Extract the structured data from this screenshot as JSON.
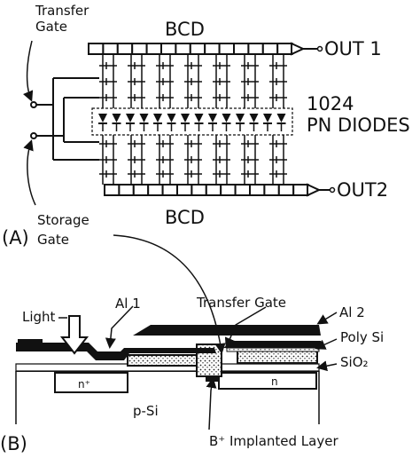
{
  "panel_a": {
    "panel_label": "(A)",
    "transfer_gate_label": "Transfer\nGate",
    "storage_gate_label": "Storage\nGate",
    "bcd_top_label": "BCD",
    "bcd_bottom_label": "BCD",
    "out1_label": "OUT 1",
    "out2_label": "OUT2",
    "diodes_label": "1024\nPN DIODES"
  },
  "panel_b": {
    "panel_label": "(B)",
    "light_label": "Light",
    "al1_label": "Al 1",
    "al2_label": "Al 2",
    "transfer_gate_label": "Transfer Gate",
    "poly_si_label": "Poly Si",
    "sio2_label": "SiO₂",
    "n_plus_label": "n⁺",
    "n_label": "n",
    "p_si_label": "p-Si",
    "b_implanted_label": "B⁺ Implanted Layer"
  }
}
